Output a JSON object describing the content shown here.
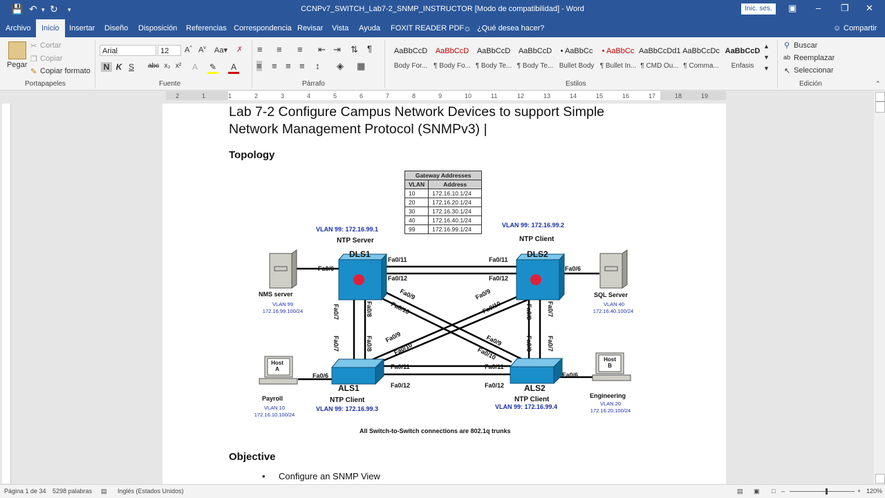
{
  "titlebar": {
    "title": "CCNPv7_SWITCH_Lab7-2_SNMP_INSTRUCTOR [Modo de compatibilidad]  -  Word",
    "signin": "Inic. ses.",
    "save_icon": "save-icon",
    "undo_icon": "undo-icon",
    "redo_icon": "redo-icon"
  },
  "tabs": [
    "Archivo",
    "Inicio",
    "Insertar",
    "Diseño",
    "Disposición",
    "Referencias",
    "Correspondencia",
    "Revisar",
    "Vista",
    "Ayuda",
    "FOXIT READER PDF",
    "¿Qué desea hacer?"
  ],
  "share": "Compartir",
  "clipboard": {
    "paste": "Pegar",
    "cut": "Cortar",
    "copy": "Copiar",
    "format_painter": "Copiar formato",
    "label": "Portapapeles"
  },
  "font": {
    "name": "Arial",
    "size": "12",
    "label": "Fuente"
  },
  "paragraph": {
    "label": "Párrafo"
  },
  "styles": {
    "label": "Estilos",
    "items": [
      {
        "preview": "AaBbCcD",
        "name": "Body For...",
        "color": "#222"
      },
      {
        "preview": "AaBbCcD",
        "name": "¶ Body Fo...",
        "color": "#c00000"
      },
      {
        "preview": "AaBbCcD",
        "name": "¶ Body Te...",
        "color": "#222"
      },
      {
        "preview": "AaBbCcD",
        "name": "¶ Body Te...",
        "color": "#222"
      },
      {
        "preview": "• AaBbCc",
        "name": "Bullet Body",
        "color": "#222"
      },
      {
        "preview": "• AaBbCc",
        "name": "¶ Bullet In...",
        "color": "#c00000"
      },
      {
        "preview": "AaBbCcDd1",
        "name": "¶ CMD Ou...",
        "color": "#222"
      },
      {
        "preview": "AaBbCcDc",
        "name": "¶ Comma...",
        "color": "#222"
      },
      {
        "preview": "AaBbCcD",
        "name": "Énfasis",
        "color": "#222"
      }
    ]
  },
  "editing": {
    "find": "Buscar",
    "replace": "Reemplazar",
    "select": "Seleccionar",
    "label": "Edición"
  },
  "ruler": {
    "marks": [
      "2",
      "1",
      "1",
      "2",
      "3",
      "4",
      "5",
      "6",
      "7",
      "8",
      "9",
      "10",
      "11",
      "12",
      "13",
      "14",
      "15",
      "16",
      "17",
      "18",
      "19"
    ]
  },
  "document": {
    "title_line1": "Lab 7-2 Configure Campus Network Devices to support Simple",
    "title_line2": "Network Management Protocol (SNMPv3)",
    "topology_heading": "Topology",
    "objective_heading": "Objective",
    "bullet1": "Configure an SNMP View",
    "gateway_table": {
      "title": "Gateway Addresses",
      "headers": [
        "VLAN",
        "Address"
      ],
      "rows": [
        [
          "10",
          "172.16.10.1/24"
        ],
        [
          "20",
          "172.16.20.1/24"
        ],
        [
          "30",
          "172.16.30.1/24"
        ],
        [
          "40",
          "172.16.40.1/24"
        ],
        [
          "99",
          "172.16.99.1/24"
        ]
      ]
    },
    "diagram": {
      "dls1_vlan": "VLAN 99:  172.16.99.1",
      "dls1_role": "NTP Server",
      "dls1": "DLS1",
      "dls2_vlan": "VLAN 99:  172.16.99.2",
      "dls2_role": "NTP Client",
      "dls2": "DLS2",
      "als1": "ALS1",
      "als1_role": "NTP Client",
      "als1_vlan": "VLAN 99:  172.16.99.3",
      "als2": "ALS2",
      "als2_role": "NTP Client",
      "als2_vlan": "VLAN 99:  172.16.99.4",
      "nms": "NMS server",
      "nms_vlan": "VLAN  99",
      "nms_ip": "172.16.99.100/24",
      "sql": "SQL Server",
      "sql_vlan": "VLAN  40",
      "sql_ip": "172.16.40.100/24",
      "payroll": "Payroll",
      "payroll_vlan": "VLAN  10",
      "payroll_ip": "172.16.10.100/24",
      "eng": "Engineering",
      "eng_vlan": "VLAN  20",
      "eng_ip": "172.16.20.100/24",
      "hosta": "Host\nA",
      "hostb": "Host\nB",
      "hosta_l1": "Host",
      "hosta_l2": "A",
      "hostb_l1": "Host",
      "hostb_l2": "B",
      "ports": {
        "fa06": "Fa0/6",
        "fa011": "Fa0/11",
        "fa012": "Fa0/12",
        "fa09": "Fa0/9",
        "fa010": "Fa0/10",
        "fa07": "Fa0/7",
        "fa08": "Fa0/8"
      },
      "footer": "All Switch-to-Switch connections are 802.1q trunks"
    }
  },
  "status": {
    "page": "Página 1 de 34",
    "words": "5298 palabras",
    "lang": "Inglés (Estados Unidos)",
    "zoom": "120%"
  }
}
